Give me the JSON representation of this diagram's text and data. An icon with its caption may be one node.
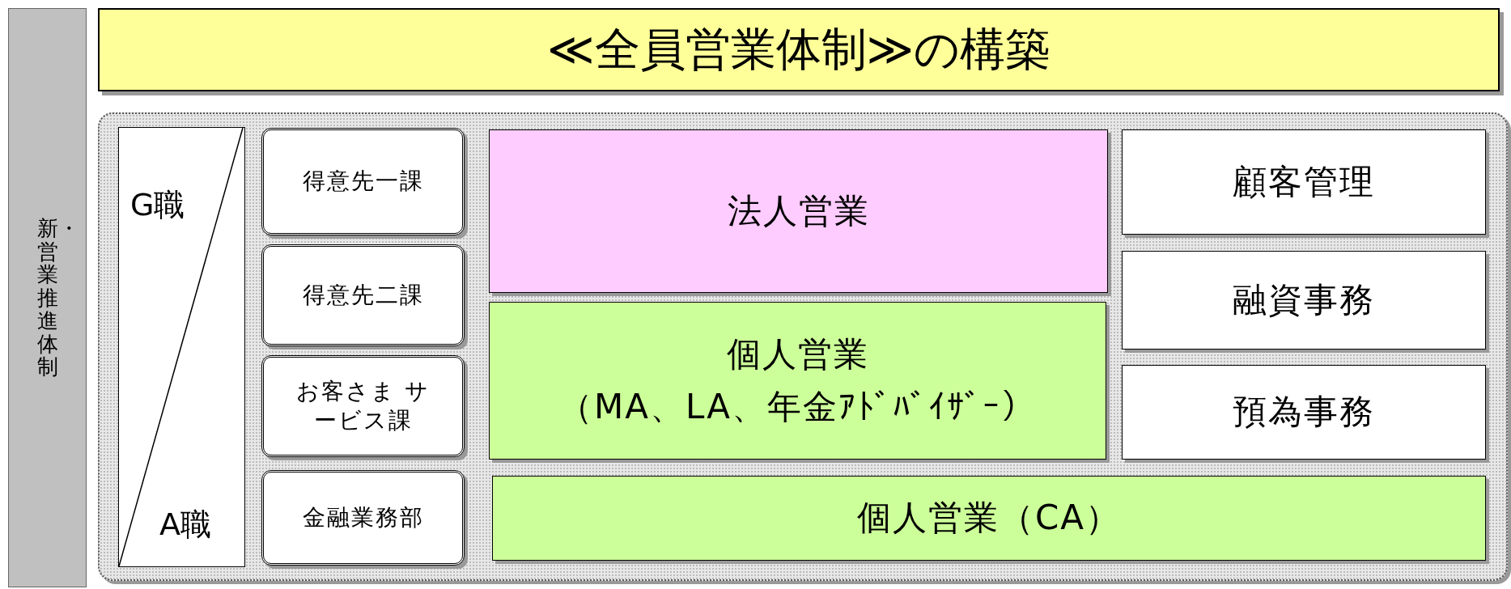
{
  "diagram": {
    "title": "≪全員営業体制≫の構築",
    "nodes": [
      {
        "text": [
          "新・営業推進体制"
        ]
      },
      {
        "text": [],
        "shape": "box"
      },
      {
        "text": [
          "G職",
          "A職"
        ],
        "in": 1
      },
      {
        "text": [
          "得意先一課"
        ],
        "in": 1
      },
      {
        "text": [
          "得意先二課"
        ],
        "in": 1
      },
      {
        "text": [
          "お客さま サービス課"
        ],
        "in": 1
      },
      {
        "text": [
          "金融業務部"
        ],
        "in": 1
      },
      {
        "text": [
          "法人営業"
        ],
        "in": 1
      },
      {
        "text": [
          "個人営業",
          "（MA、LA、年金ｱﾄﾞﾊﾞｲｻﾞｰ）"
        ],
        "in": 1
      },
      {
        "text": [
          "個人営業（CA）"
        ],
        "in": 1
      },
      {
        "text": [
          "顧客管理"
        ],
        "in": 1
      },
      {
        "text": [
          "融資事務"
        ],
        "in": 1
      },
      {
        "text": [
          "預為事務"
        ],
        "in": 1
      }
    ]
  }
}
